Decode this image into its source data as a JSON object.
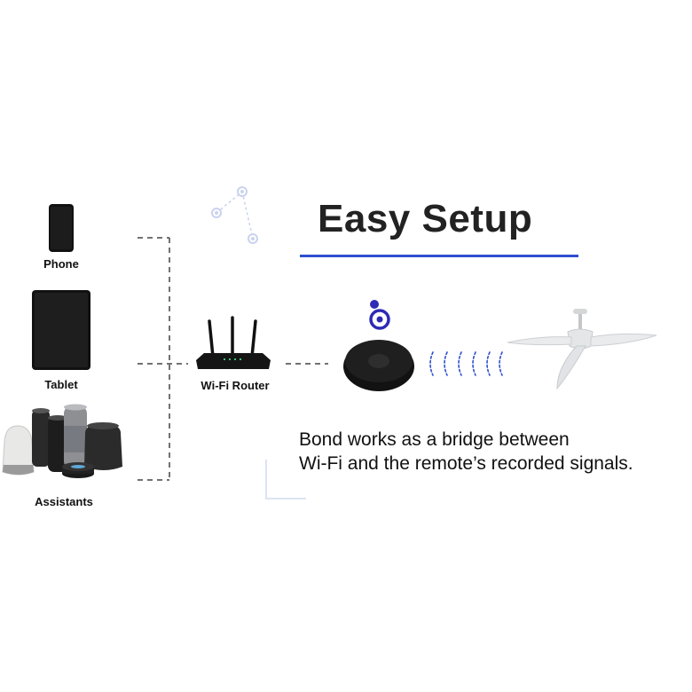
{
  "title": "Easy Setup",
  "devices": {
    "phone_label": "Phone",
    "tablet_label": "Tablet",
    "assistants_label": "Assistants",
    "router_label": "Wi-Fi Router"
  },
  "description": {
    "line1": "Bond works as a bridge between",
    "line2": "Wi-Fi and the remote’s recorded signals."
  },
  "colors": {
    "accent": "#2f4fd0",
    "hub_dot": "#2d2ab5",
    "text": "#111111"
  }
}
